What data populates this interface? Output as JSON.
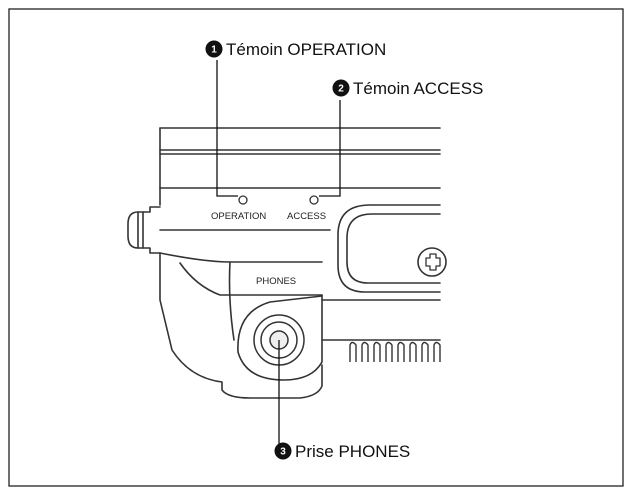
{
  "callouts": [
    {
      "number": "1",
      "text": "Témoin OPERATION"
    },
    {
      "number": "2",
      "text": "Témoin ACCESS"
    },
    {
      "number": "3",
      "text": "Prise PHONES"
    }
  ],
  "panel_labels": {
    "operation": "OPERATION",
    "access": "ACCESS",
    "phones": "PHONES"
  }
}
